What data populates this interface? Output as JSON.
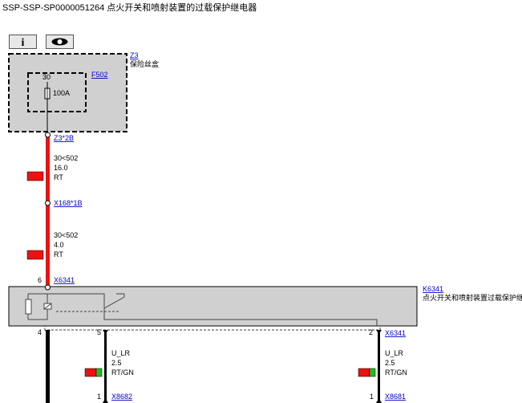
{
  "title": "SSP-SSP-SP0000051264 点火开关和喷射装置的过载保护继电器",
  "toolbar": {
    "info_icon": "info-icon",
    "eye_icon": "eye-icon",
    "info_glyph": "i"
  },
  "fuse_box": {
    "id": "Z3",
    "name": "保险丝盒"
  },
  "fuse": {
    "id": "F502",
    "terminal": "30",
    "rating": "100A"
  },
  "connectors": {
    "z3": "Z3*2B",
    "x168": "X168*1B",
    "x6341_top": "X6341",
    "x6341_bottom": "X6341",
    "x8682": "X8682",
    "x8681": "X8681"
  },
  "wires": [
    {
      "circuit": "30<502",
      "size": "16.0",
      "color": "RT",
      "swatch": [
        "#ee1111",
        "#ee1111"
      ]
    },
    {
      "circuit": "30<502",
      "size": "4.0",
      "color": "RT",
      "swatch": [
        "#ee1111",
        "#ee1111"
      ]
    },
    {
      "circuit": "U_LR",
      "size": "2.5",
      "color": "RT/GN",
      "swatch": [
        "#ee1111",
        "#22bb22"
      ]
    },
    {
      "circuit": "U_LR",
      "size": "2.5",
      "color": "RT/GN",
      "swatch": [
        "#ee1111",
        "#22bb22"
      ]
    }
  ],
  "relay": {
    "id": "K6341",
    "name": "点火开关和喷射装置过载保护继电器"
  },
  "pins": {
    "top": "6",
    "left": "4",
    "mid": "5",
    "right": "2",
    "x8682_pin": "1",
    "x8681_pin": "1"
  },
  "colors": {
    "red_wire": "#ee1111",
    "box_fill": "#d0d0d0",
    "link": "#0000cc"
  }
}
